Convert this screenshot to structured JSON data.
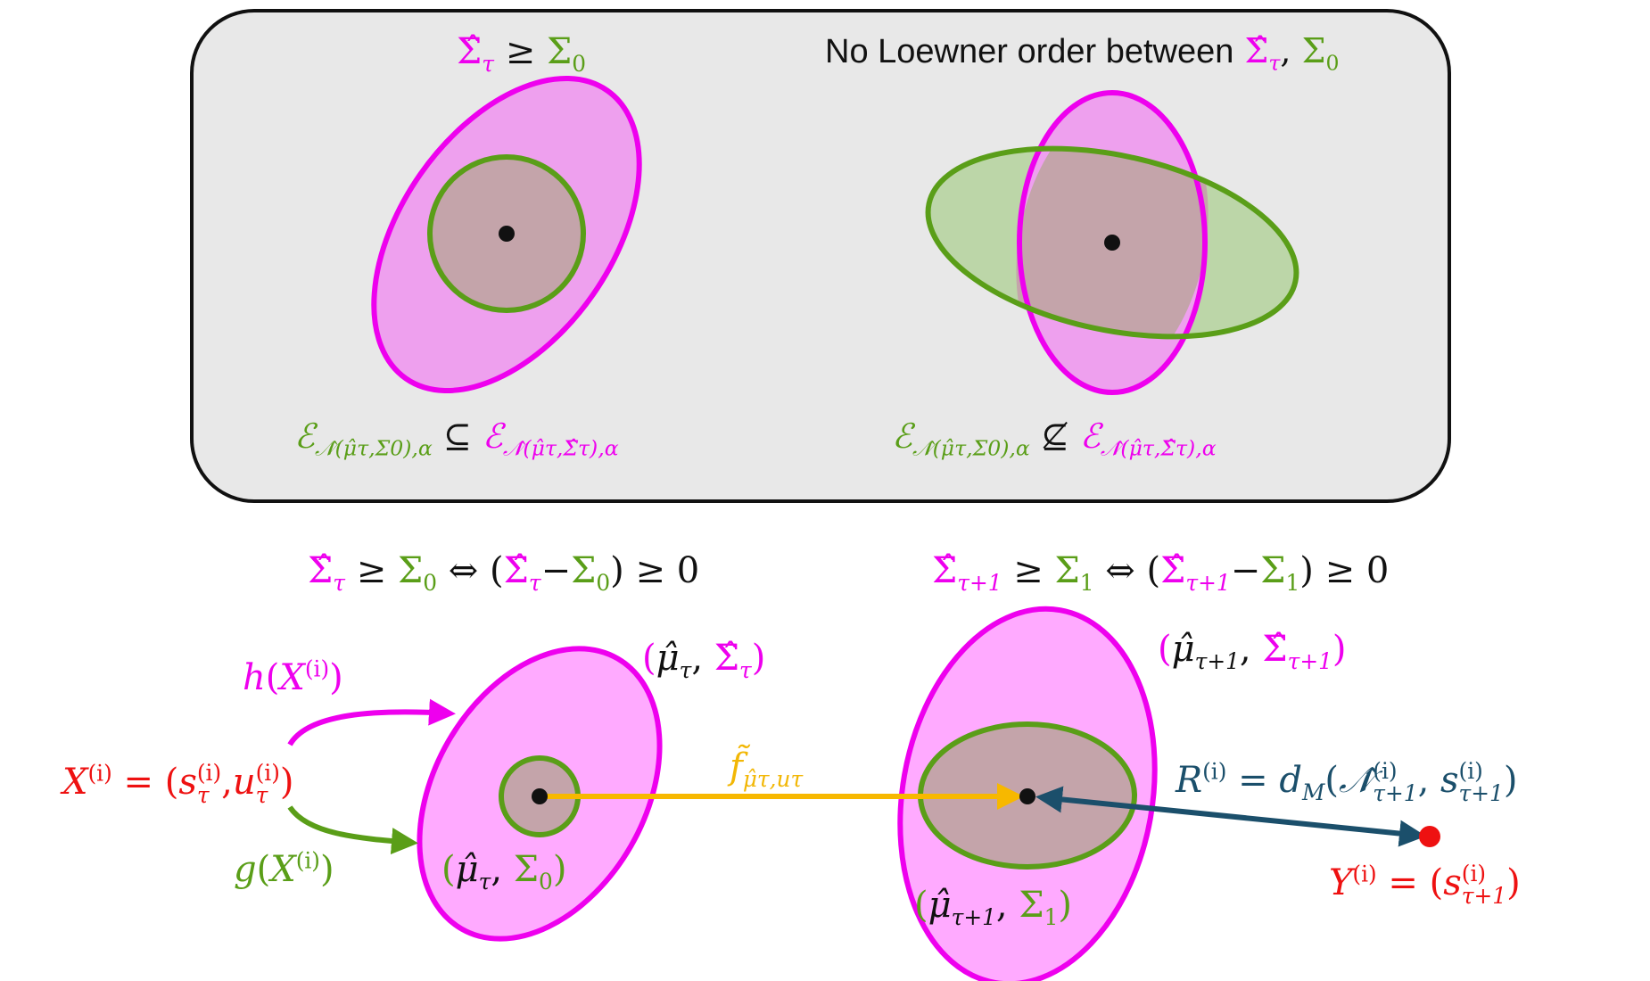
{
  "colors": {
    "magenta": "#ee00ee",
    "magenta_fill_top": "#eea0ee",
    "magenta_fill_bottom": "#ffaaff",
    "green": "#5a9e18",
    "green_fill": "#bcd6a8",
    "overlap_fill": "#c4a4aa",
    "red": "#ee1111",
    "yellow": "#f7b800",
    "navy": "#1b4f6b",
    "panel_fill": "#e8e8e8"
  },
  "top_panel": {
    "left_title": {
      "lhs": "Σ̂",
      "lhs_sub": "τ",
      "op": "≥",
      "rhs": "Σ",
      "rhs_sub": "0"
    },
    "right_title": {
      "text": "No Loewner order between",
      "a": "Σ̂",
      "a_sub": "τ",
      "sep": ",",
      "b": "Σ",
      "b_sub": "0"
    },
    "left_caption": {
      "eps1": "ℰ",
      "eps1_sub": "𝒩̂(μ̂τ,Σ0),α",
      "op": "⊆",
      "eps2": "ℰ",
      "eps2_sub": "𝒩̂(μ̂τ,Σ̂τ),α"
    },
    "right_caption": {
      "eps1": "ℰ",
      "eps1_sub": "𝒩̂(μ̂τ,Σ0),α",
      "op": "⊈",
      "eps2": "ℰ",
      "eps2_sub": "𝒩̂(μ̂τ,Σ̂τ),α"
    }
  },
  "bottom": {
    "left_relation": {
      "a": "Σ̂",
      "a_sub": "τ",
      "ge": "≥",
      "b": "Σ",
      "b_sub": "0",
      "iff": "⇔",
      "open": "(",
      "c": "Σ̂",
      "c_sub": "τ",
      "minus": "−",
      "d": "Σ",
      "d_sub": "0",
      "close": ")",
      "ge2": "≥",
      "zero": "0"
    },
    "right_relation": {
      "a": "Σ̂",
      "a_sub": "τ+1",
      "ge": "≥",
      "b": "Σ",
      "b_sub": "1",
      "iff": "⇔",
      "open": "(",
      "c": "Σ̂",
      "c_sub": "τ+1",
      "minus": "−",
      "d": "Σ",
      "d_sub": "1",
      "close": ")",
      "ge2": "≥",
      "zero": "0"
    },
    "h_label": {
      "h": "h",
      "open": "(",
      "X": "X",
      "sup": "(i)",
      "close": ")"
    },
    "g_label": {
      "g": "g",
      "open": "(",
      "X": "X",
      "sup": "(i)",
      "close": ")"
    },
    "x_label": {
      "X": "X",
      "X_sup": "(i)",
      "eq": "=",
      "open": "(",
      "s": "s",
      "s_sup": "(i)",
      "s_sub": "τ",
      "comma": ",",
      "u": "u",
      "u_sup": "(i)",
      "u_sub": "τ",
      "close": ")"
    },
    "mu_sigma_tau": {
      "open": "(",
      "mu": "μ̂",
      "mu_sub": "τ",
      "comma": ",",
      "sig": "Σ̂",
      "sig_sub": "τ",
      "close": ")"
    },
    "mu_sigma0": {
      "open": "(",
      "mu": "μ̂",
      "mu_sub": "τ",
      "comma": ",",
      "sig": "Σ",
      "sig_sub": "0",
      "close": ")"
    },
    "f_label": {
      "f": "f̃",
      "sub": "μ̂τ,uτ"
    },
    "mu_sigma_tau1": {
      "open": "(",
      "mu": "μ̂",
      "mu_sub": "τ+1",
      "comma": ",",
      "sig": "Σ̂",
      "sig_sub": "τ+1",
      "close": ")"
    },
    "mu_sigma1": {
      "open": "(",
      "mu": "μ̂",
      "mu_sub": "τ+1",
      "comma": ",",
      "sig": "Σ",
      "sig_sub": "1",
      "close": ")"
    },
    "r_label": {
      "R": "R",
      "R_sup": "(i)",
      "eq": "=",
      "d": "d",
      "d_sub": "M",
      "open": "(",
      "N": "𝒩̂",
      "N_sup": "(i)",
      "N_sub": "τ+1",
      "comma": ",",
      "s": "s",
      "s_sup": "(i)",
      "s_sub": "τ+1",
      "close": ")"
    },
    "y_label": {
      "Y": "Y",
      "Y_sup": "(i)",
      "eq": "=",
      "open": "(",
      "s": "s",
      "s_sup": "(i)",
      "s_sub": "τ+1",
      "close": ")"
    }
  }
}
